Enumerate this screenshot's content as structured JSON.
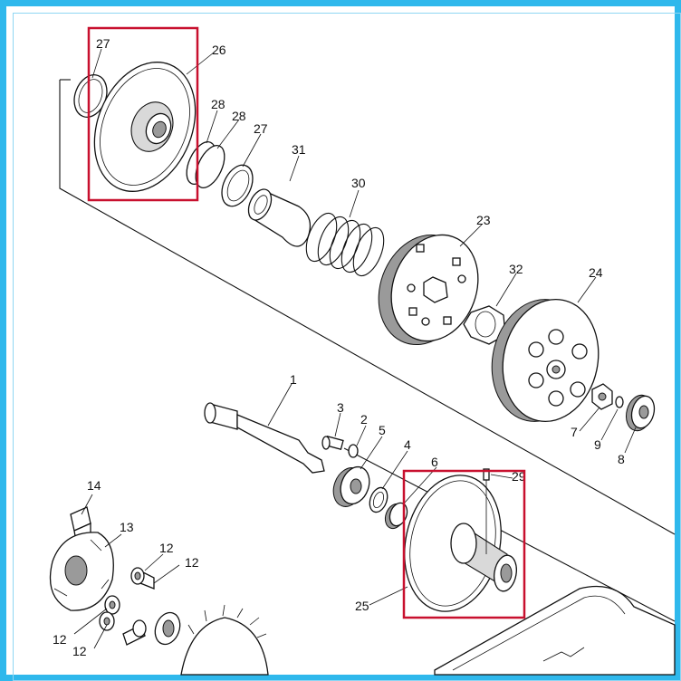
{
  "diagram": {
    "highlight_color": "#c8102e",
    "frame_color": "#2fb8ec",
    "labels": [
      {
        "id": "27a",
        "text": "27"
      },
      {
        "id": "26",
        "text": "26"
      },
      {
        "id": "28a",
        "text": "28"
      },
      {
        "id": "28b",
        "text": "28"
      },
      {
        "id": "27b",
        "text": "27"
      },
      {
        "id": "31",
        "text": "31"
      },
      {
        "id": "30",
        "text": "30"
      },
      {
        "id": "23",
        "text": "23"
      },
      {
        "id": "32",
        "text": "32"
      },
      {
        "id": "24",
        "text": "24"
      },
      {
        "id": "1",
        "text": "1"
      },
      {
        "id": "3",
        "text": "3"
      },
      {
        "id": "2",
        "text": "2"
      },
      {
        "id": "5",
        "text": "5"
      },
      {
        "id": "4",
        "text": "4"
      },
      {
        "id": "6",
        "text": "6"
      },
      {
        "id": "29",
        "text": "29"
      },
      {
        "id": "7",
        "text": "7"
      },
      {
        "id": "9",
        "text": "9"
      },
      {
        "id": "8",
        "text": "8"
      },
      {
        "id": "14",
        "text": "14"
      },
      {
        "id": "13",
        "text": "13"
      },
      {
        "id": "12a",
        "text": "12"
      },
      {
        "id": "12b",
        "text": "12"
      },
      {
        "id": "12c",
        "text": "12"
      },
      {
        "id": "12d",
        "text": "12"
      },
      {
        "id": "25",
        "text": "25"
      }
    ]
  }
}
